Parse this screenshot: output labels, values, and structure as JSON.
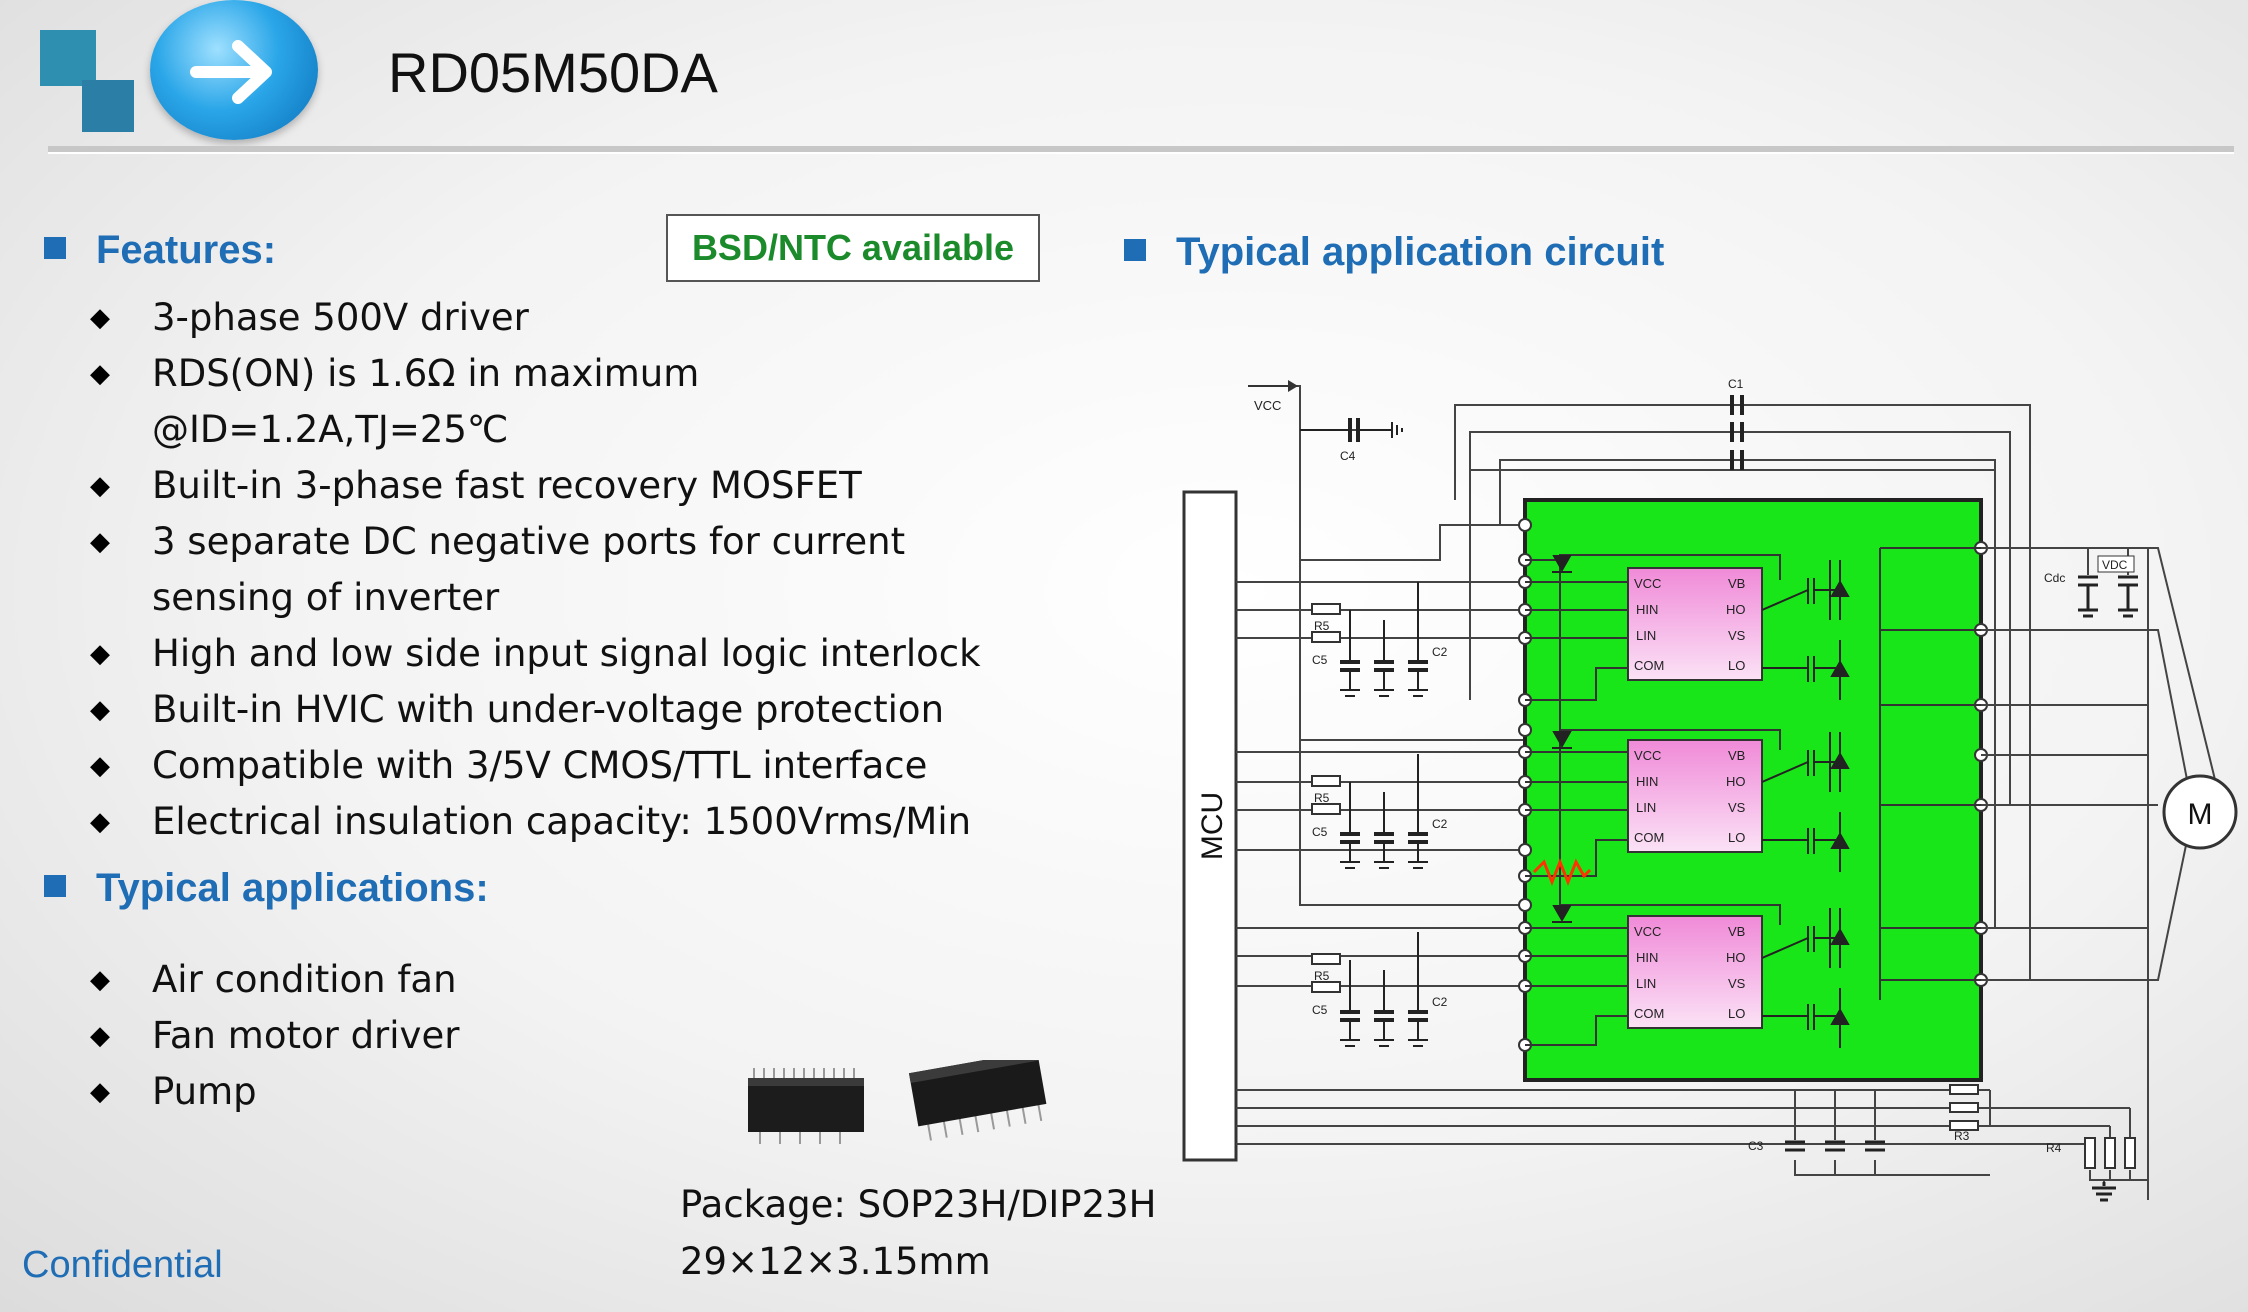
{
  "header": {
    "title": "RD05M50DA"
  },
  "features": {
    "heading": "Features:",
    "badge": "BSD/NTC available",
    "items": [
      {
        "text": "3-phase 500V driver",
        "cont": ""
      },
      {
        "text": "RDS(ON) is 1.6Ω in maximum",
        "cont": "@ID=1.2A,TJ=25℃"
      },
      {
        "text": "Built-in 3-phase fast recovery MOSFET",
        "cont": ""
      },
      {
        "text": "3 separate DC  negative ports for current",
        "cont": "sensing of  inverter"
      },
      {
        "text": "High and low side input signal logic interlock",
        "cont": ""
      },
      {
        "text": "Built-in HVIC with under-voltage protection",
        "cont": ""
      },
      {
        "text": "Compatible with 3/5V CMOS/TTL interface",
        "cont": ""
      },
      {
        "text": "Electrical insulation capacity: 1500Vrms/Min",
        "cont": ""
      }
    ]
  },
  "applications": {
    "heading": "Typical applications:",
    "items": [
      "Air condition fan",
      "Fan motor driver",
      "Pump"
    ]
  },
  "package": {
    "line1": "Package: SOP23H/DIP23H",
    "line2": "29×12×3.15mm"
  },
  "footer": {
    "confidential": "Confidential"
  },
  "circuit": {
    "heading": "Typical application circuit",
    "mcu": "MCU",
    "motor": "M",
    "vcc": "VCC",
    "vdc": "VDC",
    "cdc": "Cdc",
    "labels": {
      "c1": "C1",
      "c2": "C2",
      "c3": "C3",
      "c4": "C4",
      "c5": "C5",
      "r3": "R3",
      "r4": "R4",
      "r5": "R5"
    },
    "ic_pins": {
      "vcc": "VCC",
      "hin": "HIN",
      "lin": "LIN",
      "com": "COM",
      "vb": "VB",
      "ho": "HO",
      "vs": "VS",
      "lo": "LO"
    },
    "colors": {
      "module": "#19e619",
      "ic_top": "#f08ad8",
      "ic_bottom": "#fbe2f6",
      "ntc": "#ff3300"
    }
  }
}
